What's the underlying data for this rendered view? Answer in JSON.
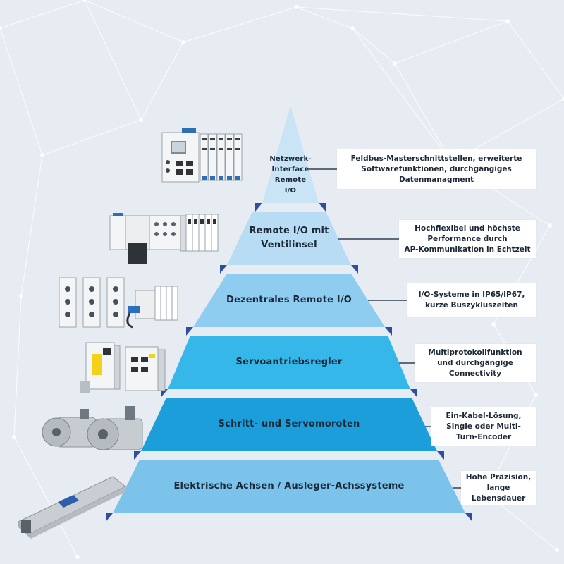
{
  "colors": {
    "background": "#e6ecf1",
    "network_lines": "#ffffff",
    "tier_top": "#c8e4f5",
    "tier_1": "#b7dcf3",
    "tier_2": "#8fcdf0",
    "tier_3": "#35b7ea",
    "tier_4": "#1c9edb",
    "tier_5": "#7cc3ec",
    "base_edge": "#2c4f9e",
    "connector": "#5f6b78"
  },
  "pyramid": {
    "levels": [
      {
        "label": "Netzwerk-\nInterface\nRemote I/O",
        "description": "Feldbus-Masterschnittstellen, erweiterte\nSoftwarefunktionen, durchgängiges\nDatenmanagment",
        "product_icon": "network-interface-controller-icon"
      },
      {
        "label": "Remote I/O mit\nVentilinsel",
        "description": "Hochflexibel und höchste\nPerformance durch\nAP-Kommunikation in Echtzeit",
        "product_icon": "valve-terminal-icon"
      },
      {
        "label": "Dezentrales Remote I/O",
        "description": "I/O-Systeme in IP65/IP67,\nkurze Buszykluszeiten",
        "product_icon": "decentral-io-modules-icon"
      },
      {
        "label": "Servoantriebsregler",
        "description": "Multiprotokollfunktion\nund durchgängige\nConnectivity",
        "product_icon": "servo-drive-icon"
      },
      {
        "label": "Schritt- und Servomoroten",
        "description": "Ein-Kabel-Lösung,\nSingle oder Multi-\nTurn-Encoder",
        "product_icon": "servo-motor-icon"
      },
      {
        "label": "Elektrische Achsen / Ausleger-Achssysteme",
        "description": "Hohe Präzision,\nlange Lebensdauer",
        "product_icon": "electric-axis-icon"
      }
    ]
  }
}
